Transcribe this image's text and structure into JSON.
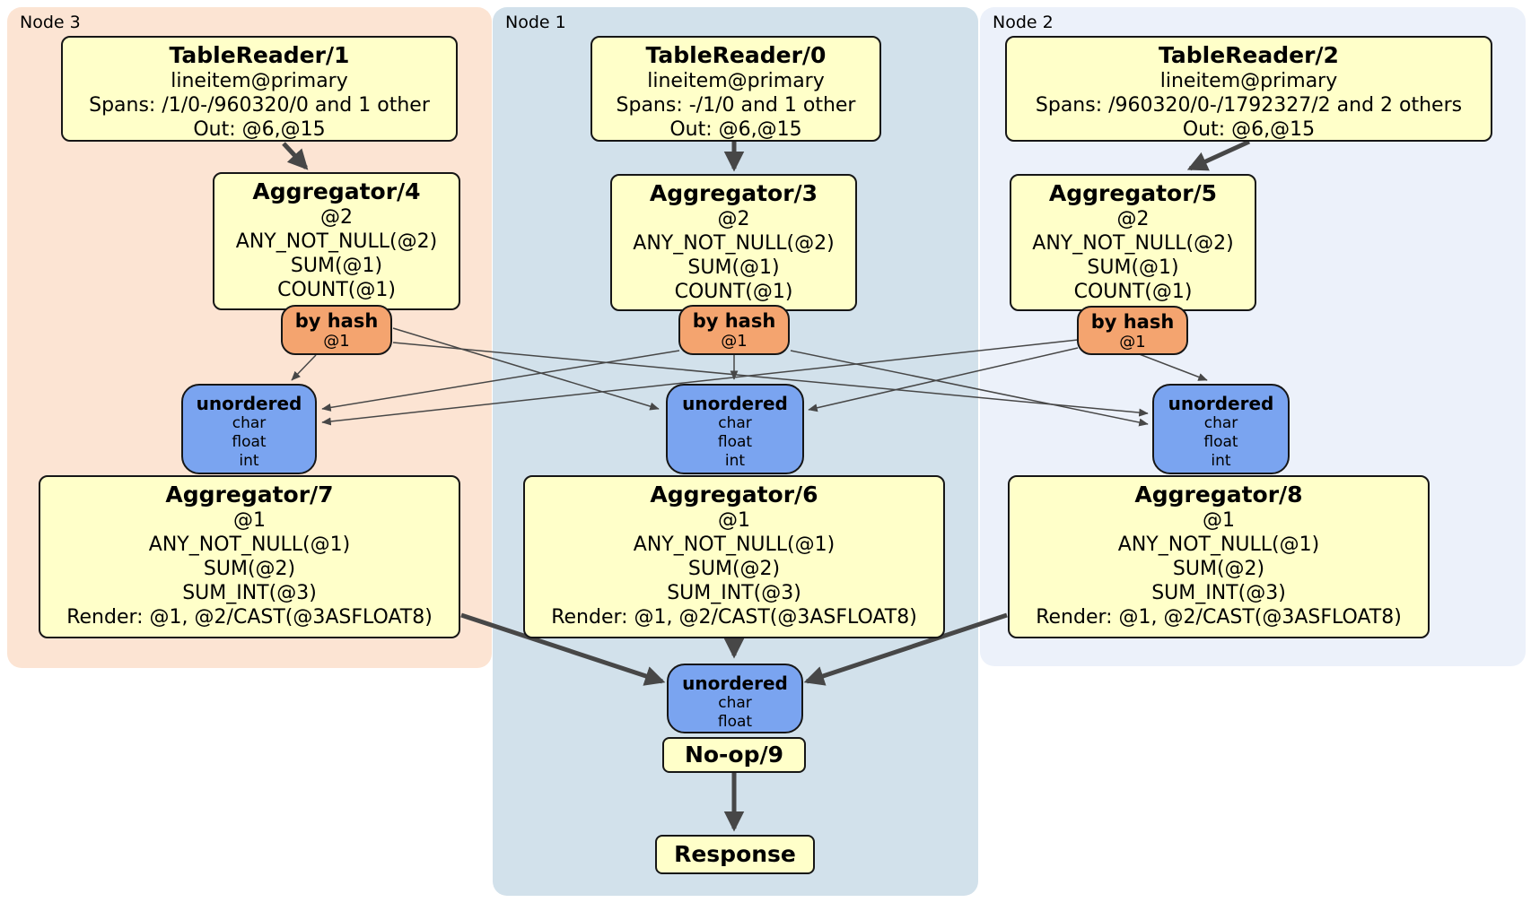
{
  "regions": [
    {
      "label": "Node 3"
    },
    {
      "label": "Node 1"
    },
    {
      "label": "Node 2"
    }
  ],
  "boxes": {
    "tr1": {
      "title": "TableReader/1",
      "lines": [
        "lineitem@primary",
        "Spans: /1/0-/960320/0 and 1 other",
        "Out: @6,@15"
      ]
    },
    "tr0": {
      "title": "TableReader/0",
      "lines": [
        "lineitem@primary",
        "Spans: -/1/0 and 1 other",
        "Out: @6,@15"
      ]
    },
    "tr2": {
      "title": "TableReader/2",
      "lines": [
        "lineitem@primary",
        "Spans: /960320/0-/1792327/2 and 2 others",
        "Out: @6,@15"
      ]
    },
    "agg4": {
      "title": "Aggregator/4",
      "lines": [
        "@2",
        "ANY_NOT_NULL(@2)",
        "SUM(@1)",
        "COUNT(@1)"
      ]
    },
    "agg3": {
      "title": "Aggregator/3",
      "lines": [
        "@2",
        "ANY_NOT_NULL(@2)",
        "SUM(@1)",
        "COUNT(@1)"
      ]
    },
    "agg5": {
      "title": "Aggregator/5",
      "lines": [
        "@2",
        "ANY_NOT_NULL(@2)",
        "SUM(@1)",
        "COUNT(@1)"
      ]
    },
    "agg7": {
      "title": "Aggregator/7",
      "lines": [
        "@1",
        "ANY_NOT_NULL(@1)",
        "SUM(@2)",
        "SUM_INT(@3)",
        "Render: @1, @2/CAST(@3ASFLOAT8)"
      ]
    },
    "agg6": {
      "title": "Aggregator/6",
      "lines": [
        "@1",
        "ANY_NOT_NULL(@1)",
        "SUM(@2)",
        "SUM_INT(@3)",
        "Render: @1, @2/CAST(@3ASFLOAT8)"
      ]
    },
    "agg8": {
      "title": "Aggregator/8",
      "lines": [
        "@1",
        "ANY_NOT_NULL(@1)",
        "SUM(@2)",
        "SUM_INT(@3)",
        "Render: @1, @2/CAST(@3ASFLOAT8)"
      ]
    },
    "noop": {
      "title": "No-op/9"
    },
    "resp": {
      "title": "Response"
    }
  },
  "routers": {
    "hash3": {
      "title": "by hash",
      "detail": "@1"
    },
    "hash1": {
      "title": "by hash",
      "detail": "@1"
    },
    "hash2": {
      "title": "by hash",
      "detail": "@1"
    }
  },
  "syncs": {
    "sync3": {
      "title": "unordered",
      "items": [
        "char",
        "float",
        "int"
      ]
    },
    "sync1": {
      "title": "unordered",
      "items": [
        "char",
        "float",
        "int"
      ]
    },
    "sync2": {
      "title": "unordered",
      "items": [
        "char",
        "float",
        "int"
      ]
    },
    "syncF": {
      "title": "unordered",
      "items": [
        "char",
        "float"
      ]
    }
  },
  "colors": {
    "region-node3": "#fce4d3",
    "region-node1": "#d2e1eb",
    "region-node2": "#ecf1fa",
    "box-fill": "#ffffc9",
    "hash-fill": "#f4a46f",
    "sync-fill": "#7aa4f0",
    "edge": "#474747",
    "border": "#161616"
  }
}
